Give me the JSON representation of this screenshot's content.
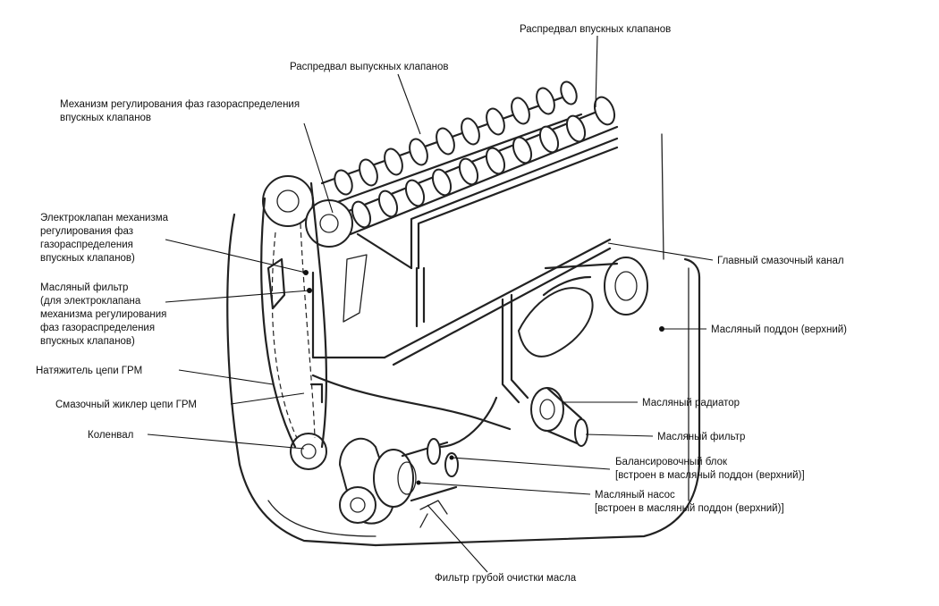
{
  "labels": {
    "intake_camshaft": "Распредвал впускных клапанов",
    "exhaust_camshaft": "Распредвал выпускных клапанов",
    "vvt_mechanism": [
      "Механизм регулирования фаз газораспределения",
      "впускных клапанов"
    ],
    "vvt_solenoid": [
      "Электроклапан механизма",
      "регулирования фаз",
      "газораспределения",
      "впускных клапанов)"
    ],
    "vvt_oil_filter": [
      "Масляный фильтр",
      "(для электроклапана",
      "механизма регулирования",
      "фаз газораспределения",
      "впускных клапанов)"
    ],
    "chain_tensioner": "Натяжитель цепи ГРМ",
    "chain_jet": "Смазочный жиклер цепи ГРМ",
    "crankshaft": "Коленвал",
    "main_gallery": "Главный смазочный канал",
    "oil_pan_upper": "Масляный поддон (верхний)",
    "oil_cooler": "Масляный радиатор",
    "oil_filter": "Масляный фильтр",
    "balancer": [
      "Балансировочный блок",
      "[встроен в масляный поддон (верхний)]"
    ],
    "oil_pump": [
      "Масляный насос",
      "[встроен в масляный поддон (верхний)]"
    ],
    "strainer": "Фильтр грубой очистки масла"
  }
}
